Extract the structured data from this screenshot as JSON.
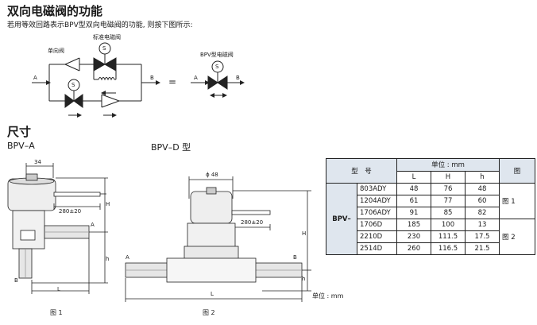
{
  "section1": {
    "title": "双向电磁阀的功能",
    "desc": "若用等效回路表示BPV型双向电磁阀的功能, 则按下图所示:",
    "label_check_valve": "单向阀",
    "label_std_solenoid": "标准电磁阀",
    "label_bpv": "BPV型电磁阀",
    "port_a": "A",
    "port_b": "B",
    "equals": "=",
    "s_symbol": "S"
  },
  "section2": {
    "title": "尺寸",
    "model_a": "BPV–A",
    "model_d": "BPV–D 型",
    "fig1_caption": "图 1",
    "fig2_caption": "图 2",
    "unit_note": "单位 : mm",
    "fig1": {
      "dim_top": "34",
      "dim_cable": "280±20",
      "h_upper": "H",
      "h_lower": "h",
      "l": "L",
      "port_a": "A",
      "port_b": "B"
    },
    "fig2": {
      "dim_phi": "ϕ 48",
      "dim_cable": "280±20",
      "h_upper": "H",
      "h_lower": "h",
      "l": "L",
      "port_a": "A",
      "port_b": "B"
    }
  },
  "table": {
    "col_model": "型　号",
    "col_unit": "单位 : mm",
    "col_fig": "图",
    "col_L": "L",
    "col_H": "H",
    "col_h": "h",
    "prefix": "BPV–",
    "rows": [
      {
        "model": "803ADY",
        "L": "48",
        "H": "76",
        "h": "48"
      },
      {
        "model": "1204ADY",
        "L": "61",
        "H": "77",
        "h": "60"
      },
      {
        "model": "1706ADY",
        "L": "91",
        "H": "85",
        "h": "82"
      },
      {
        "model": "1706D",
        "L": "185",
        "H": "100",
        "h": "13"
      },
      {
        "model": "2210D",
        "L": "230",
        "H": "111.5",
        "h": "17.5"
      },
      {
        "model": "2514D",
        "L": "260",
        "H": "116.5",
        "h": "21.5"
      }
    ],
    "fig_group1": "图 1",
    "fig_group2": "图 2"
  }
}
